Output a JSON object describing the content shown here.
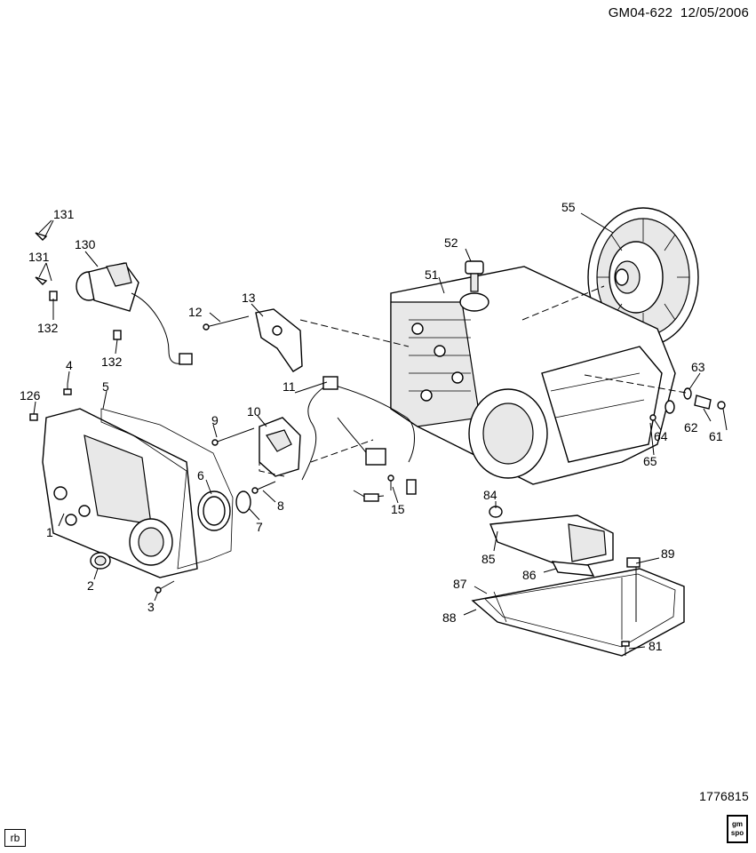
{
  "header": {
    "diagram_code": "GM04-622",
    "date": "12/05/2006"
  },
  "footer": {
    "reference_number": "1776815",
    "corner_tag": "rb",
    "logo_text": "gm spo"
  },
  "callouts": [
    {
      "id": "c1",
      "label": "1"
    },
    {
      "id": "c2",
      "label": "2"
    },
    {
      "id": "c3",
      "label": "3"
    },
    {
      "id": "c4",
      "label": "4"
    },
    {
      "id": "c5",
      "label": "5"
    },
    {
      "id": "c6",
      "label": "6"
    },
    {
      "id": "c7",
      "label": "7"
    },
    {
      "id": "c8",
      "label": "8"
    },
    {
      "id": "c9",
      "label": "9"
    },
    {
      "id": "c10",
      "label": "10"
    },
    {
      "id": "c11",
      "label": "11"
    },
    {
      "id": "c12",
      "label": "12"
    },
    {
      "id": "c13",
      "label": "13"
    },
    {
      "id": "c15",
      "label": "15"
    },
    {
      "id": "c51",
      "label": "51"
    },
    {
      "id": "c52",
      "label": "52"
    },
    {
      "id": "c55",
      "label": "55"
    },
    {
      "id": "c61",
      "label": "61"
    },
    {
      "id": "c62",
      "label": "62"
    },
    {
      "id": "c63",
      "label": "63"
    },
    {
      "id": "c64",
      "label": "64"
    },
    {
      "id": "c65",
      "label": "65"
    },
    {
      "id": "c81",
      "label": "81"
    },
    {
      "id": "c84",
      "label": "84"
    },
    {
      "id": "c85",
      "label": "85"
    },
    {
      "id": "c86",
      "label": "86"
    },
    {
      "id": "c87",
      "label": "87"
    },
    {
      "id": "c88",
      "label": "88"
    },
    {
      "id": "c89",
      "label": "89"
    },
    {
      "id": "c126",
      "label": "126"
    },
    {
      "id": "c130",
      "label": "130"
    },
    {
      "id": "c131a",
      "label": "131"
    },
    {
      "id": "c131b",
      "label": "131"
    },
    {
      "id": "c132a",
      "label": "132"
    },
    {
      "id": "c132b",
      "label": "132"
    }
  ]
}
